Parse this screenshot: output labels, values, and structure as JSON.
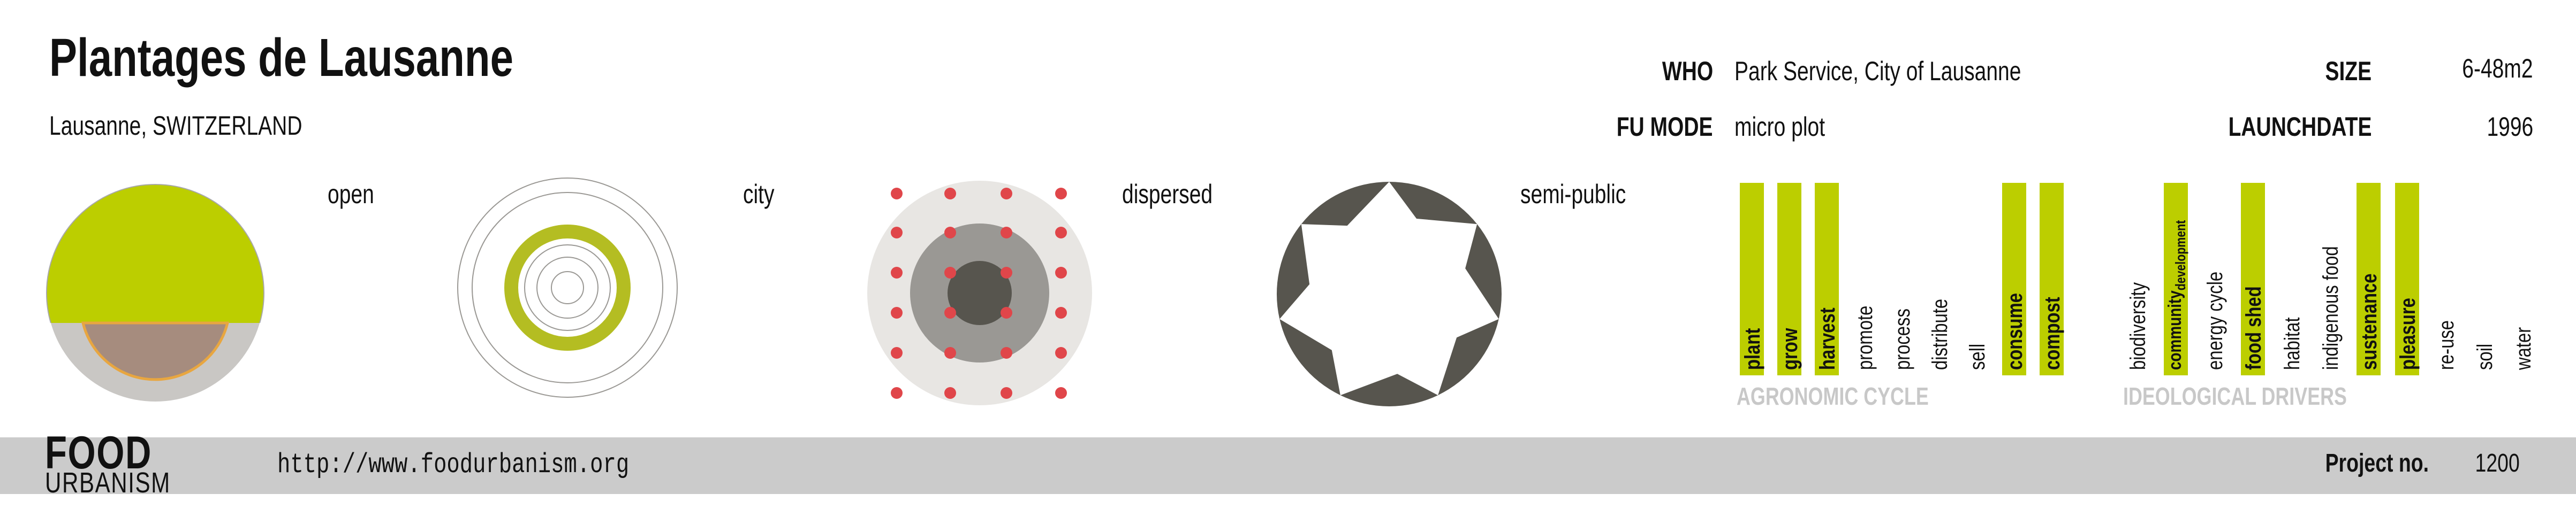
{
  "project": {
    "title": "Plantages de Lausanne",
    "location": "Lausanne, SWITZERLAND"
  },
  "info": {
    "who_label": "WHO",
    "who_value": "Park Service, City of Lausanne",
    "mode_label": "FU MODE",
    "mode_value": "micro plot",
    "size_label": "SIZE",
    "size_value": "6-48m2",
    "launch_label": "LAUNCHDATE",
    "launch_value": "1996"
  },
  "diagrams": {
    "access": "open",
    "setting": "city",
    "pattern": "dispersed",
    "ownership": "semi-public"
  },
  "agronomic": {
    "caption": "AGRONOMIC CYCLE",
    "items": [
      {
        "label": "plant",
        "active": true
      },
      {
        "label": "grow",
        "active": true
      },
      {
        "label": "harvest",
        "active": true
      },
      {
        "label": "promote",
        "active": false
      },
      {
        "label": "process",
        "active": false
      },
      {
        "label": "distribute",
        "active": false
      },
      {
        "label": "sell",
        "active": false
      },
      {
        "label": "consume",
        "active": true
      },
      {
        "label": "compost",
        "active": true
      }
    ]
  },
  "ideological": {
    "caption": "IDEOLOGICAL DRIVERS",
    "items": [
      {
        "label": "biodiversity",
        "active": false
      },
      {
        "label": "community",
        "sub": "development",
        "active": true
      },
      {
        "label": "energy cycle",
        "active": false
      },
      {
        "label": "food shed",
        "active": true
      },
      {
        "label": "habitat",
        "active": false
      },
      {
        "label": "indigenous food",
        "active": false
      },
      {
        "label": "sustenance",
        "active": true
      },
      {
        "label": "pleasure",
        "active": true
      },
      {
        "label": "re-use",
        "active": false
      },
      {
        "label": "soil",
        "active": false
      },
      {
        "label": "water",
        "active": false
      }
    ]
  },
  "footer": {
    "logo_top": "FOOD",
    "logo_bottom": "URBANISM",
    "url": "http://www.foodurbanism.org",
    "project_label": "Project no.",
    "project_value": "1200"
  },
  "colors": {
    "accent": "#bcce00",
    "dark": "#57554e",
    "gray": "#9a9894",
    "light": "#e8e6e3",
    "dot": "#e0464a",
    "soil": "#a68c7e",
    "footer": "#cbcbcb"
  }
}
